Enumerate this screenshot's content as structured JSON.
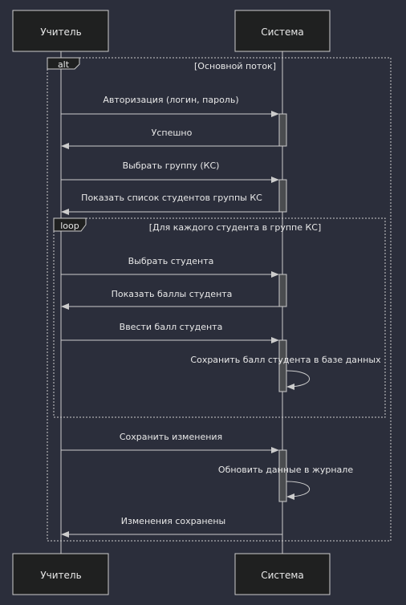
{
  "actors": {
    "teacher": "Учитель",
    "system": "Система"
  },
  "frames": {
    "alt": {
      "tag": "alt",
      "condition": "[Основной поток]"
    },
    "loop": {
      "tag": "loop",
      "condition": "[Для каждого студента в группе КС]"
    }
  },
  "messages": [
    "Авторизация (логин, пароль)",
    "Успешно",
    "Выбрать группу (КС)",
    "Показать список студентов группы КС",
    "Выбрать студента",
    "Показать баллы студента",
    "Ввести балл студента",
    "Сохранить балл студента в базе данных",
    "Сохранить изменения",
    "Обновить данные в журнале",
    "Изменения сохранены"
  ],
  "colors": {
    "background": "#2b2e3b",
    "actor_fill": "#1f2020",
    "line": "#cccccc",
    "activation": "#4a4c4f",
    "text": "#e8e8e8"
  }
}
